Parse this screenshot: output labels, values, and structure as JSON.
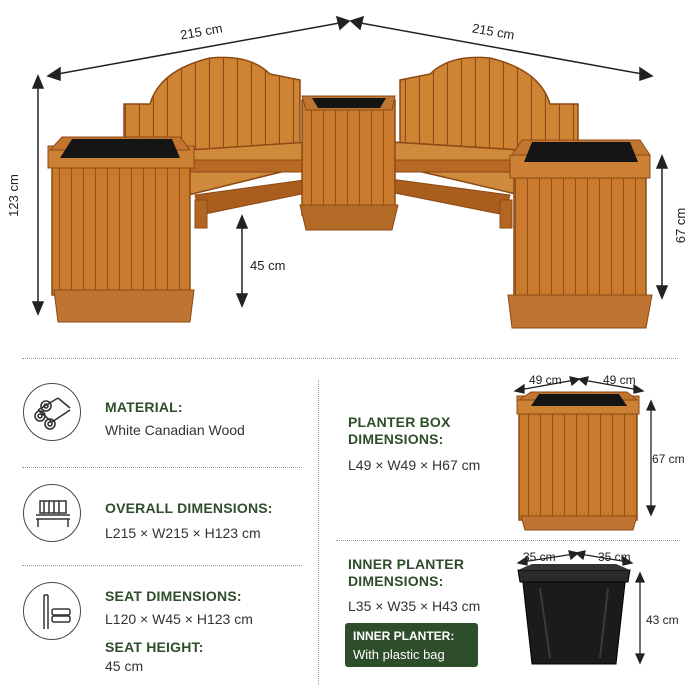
{
  "hero_dims": {
    "width_left": "215 cm",
    "width_right": "215 cm",
    "height": "123 cm",
    "seat_height": "45 cm",
    "planter_height": "67 cm"
  },
  "specs": {
    "material": {
      "title": "MATERIAL:",
      "value": "White Canadian Wood",
      "icon": "wood-logs-icon"
    },
    "overall": {
      "title": "OVERALL DIMENSIONS:",
      "value": "L215 × W215 × H123 cm",
      "icon": "bench-icon"
    },
    "seat": {
      "title": "SEAT DIMENSIONS:",
      "value": "L120 × W45 × H123 cm",
      "icon": "seat-side-icon"
    },
    "seat_height": {
      "title": "SEAT HEIGHT:",
      "value": "45 cm"
    }
  },
  "planter_box": {
    "title_line1": "PLANTER BOX",
    "title_line2": "DIMENSIONS:",
    "value": "L49 × W49 × H67 cm",
    "dim_a": "49 cm",
    "dim_b": "49 cm",
    "dim_h": "67 cm"
  },
  "inner_planter": {
    "title_line1": "INNER PLANTER",
    "title_line2": "DIMENSIONS:",
    "value": "L35 × W35 × H43 cm",
    "dim_a": "35 cm",
    "dim_b": "35 cm",
    "dim_h": "43 cm",
    "badge_title": "INNER PLANTER:",
    "badge_text": "With plastic bag"
  },
  "colors": {
    "accent": "#2e4d2a",
    "wood": "#c97a2c",
    "wood_dark": "#9a5418",
    "pot": "#1b1b1b"
  }
}
